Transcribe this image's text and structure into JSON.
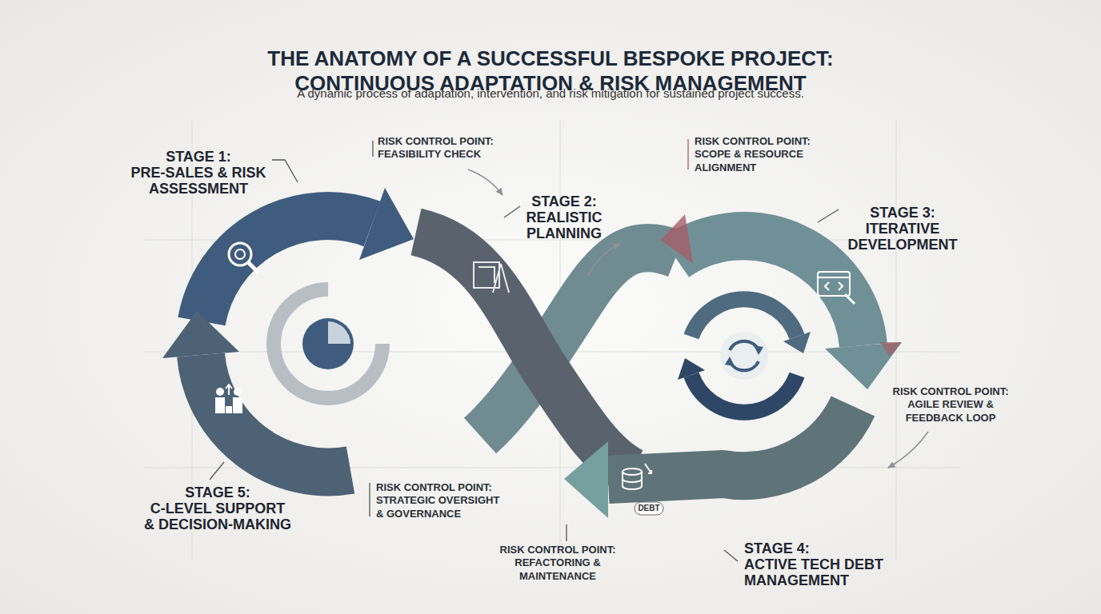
{
  "diagram": {
    "title": "THE ANATOMY OF A SUCCESSFUL BESPOKE PROJECT: CONTINUOUS ADAPTATION & RISK MANAGEMENT",
    "caption": "A dynamic process of adaptation, intervention, and risk mitigation for sustained project success.",
    "labels": [
      "STAGE 1: PRE-SALES & RISK ASSESSMENT",
      "RISK CONTROL POINT: FEASIBILITY CHECK",
      "STAGE 2: REALISTIC PLANNING",
      "RISK CONTROL POINT: SCOPE & RESOURCE ALIGNMENT",
      "STAGE 3: ITERATIVE DEVELOPMENT",
      "RISK CONTROL POINT: AGILE REVIEW & FEEDBACK LOOP",
      "STAGE 4: ACTIVE TECH DEBT MANAGEMENT",
      "DEBT",
      "RISK CONTROL POINT: REFACTORING & MAINTENANCE",
      "RISK CONTROL POINT: STRATEGIC OVERSIGHT & GOVERNANCE",
      "STAGE 5: C-LEVEL SUPPORT & DECISION-MAKING"
    ]
  }
}
